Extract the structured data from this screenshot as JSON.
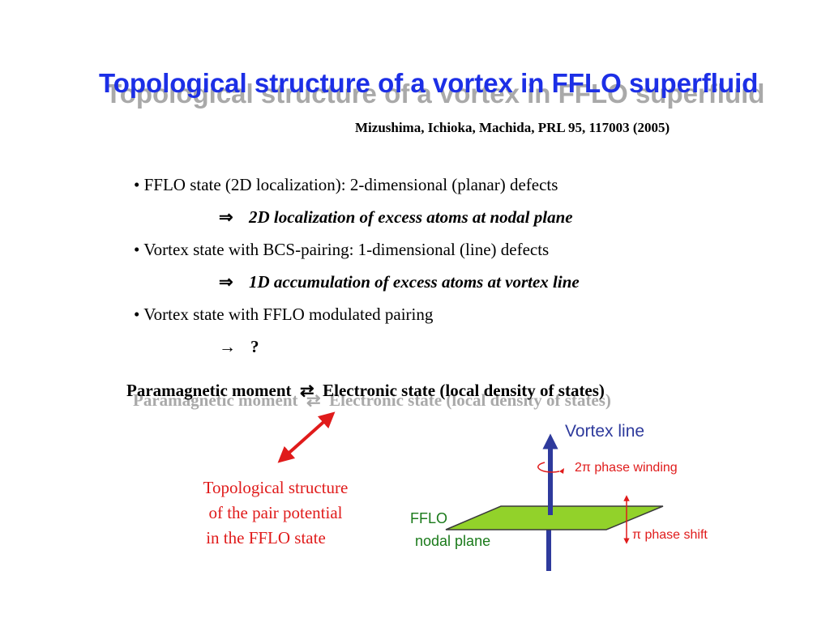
{
  "title": "Topological structure of a vortex in FFLO superfluid",
  "citation": "Mizushima, Ichioka, Machida, PRL 95, 117003 (2005)",
  "bullets": [
    {
      "text": "• FFLO state (2D localization): 2-dimensional (planar) defects",
      "arrow": "⇒",
      "consequence": "2D localization of excess atoms at nodal plane"
    },
    {
      "text": "• Vortex state with BCS-pairing: 1-dimensional (line) defects",
      "arrow": "⇒",
      "consequence": "1D accumulation of excess atoms at vortex line"
    },
    {
      "text": "• Vortex state with FFLO modulated pairing",
      "arrow": "→",
      "consequence": "?"
    }
  ],
  "relation": {
    "left": "Paramagnetic moment",
    "symbol": "⇄",
    "right": "Electronic state (local density of states)"
  },
  "topological_label": [
    "Topological structure",
    "of the pair potential",
    "in the FFLO state"
  ],
  "diagram": {
    "vortex_line_label": "Vortex line",
    "phase_winding_label": "2π phase winding",
    "phase_shift_label": "π phase shift",
    "plane_label_1": "FFLO",
    "plane_label_2": "nodal plane",
    "colors": {
      "vortex": "#2e3a9c",
      "plane": "#92d22a",
      "red": "#e01b1b",
      "green_text": "#1a7a1a",
      "blue_text": "#2e3a9c"
    }
  }
}
